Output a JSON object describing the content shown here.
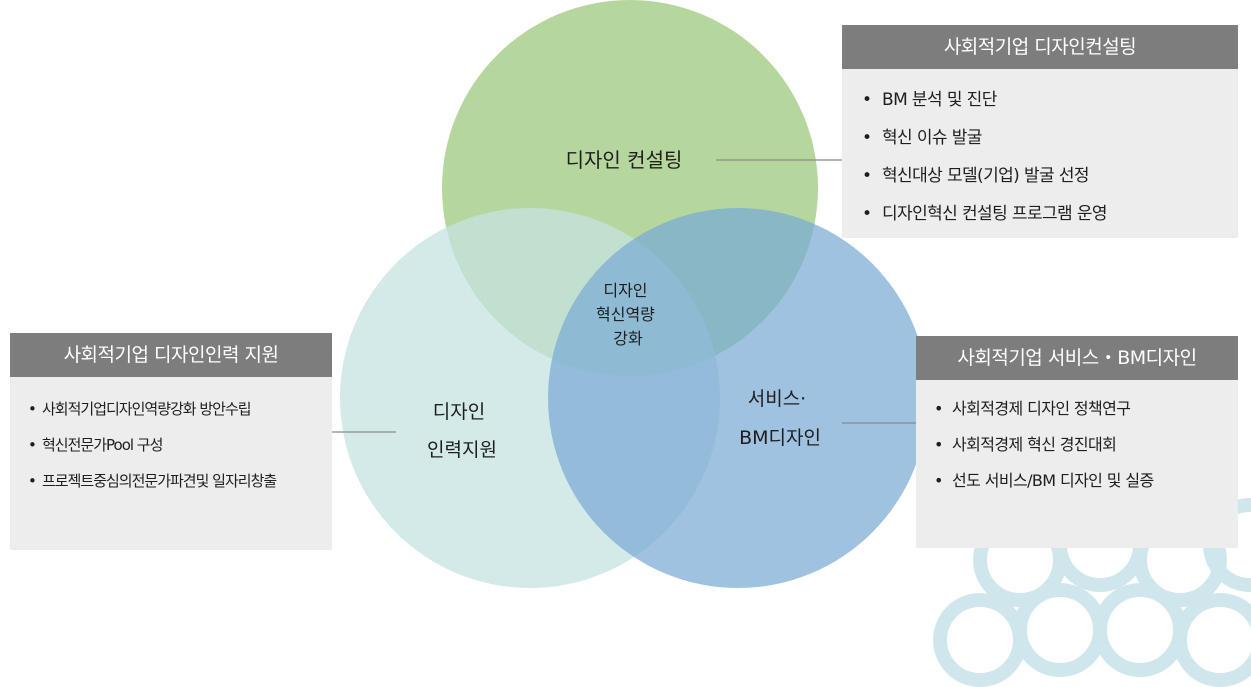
{
  "diagram": {
    "circles": [
      {
        "key": "consulting",
        "label_lines": [
          "디자인 컨설팅"
        ],
        "color": "#a8d08d"
      },
      {
        "key": "talent",
        "label_lines": [
          "디자인",
          "인력지원"
        ],
        "color": "#c5e3e0"
      },
      {
        "key": "service",
        "label_lines": [
          "서비스·",
          "BM디자인"
        ],
        "color": "#7aaad6"
      }
    ],
    "center_lines": [
      "디자인",
      "혁신역량",
      "강화"
    ]
  },
  "boxes": {
    "consulting": {
      "title": "사회적기업 디자인컨설팅",
      "items": [
        "BM 분석 및 진단",
        "혁신 이슈 발굴",
        "혁신대상 모델(기업) 발굴 선정",
        "디자인혁신 컨설팅 프로그램 운영"
      ]
    },
    "talent": {
      "title": "사회적기업 디자인인력 지원",
      "items": [
        "사회적기업디자인역량강화  방안수립",
        "혁신전문가Pool 구성",
        "프로젝트중심의전문가파견및 일자리창출"
      ]
    },
    "service": {
      "title": "사회적기업 서비스・BM디자인",
      "items": [
        "사회적경제 디자인  정책연구",
        "사회적경제 혁신 경진대회",
        "선도 서비스/BM 디자인 및 실증"
      ]
    }
  },
  "colors": {
    "header_bg": "#7d7d7d",
    "box_bg": "#ededed",
    "connector": "#8a8a8a"
  }
}
